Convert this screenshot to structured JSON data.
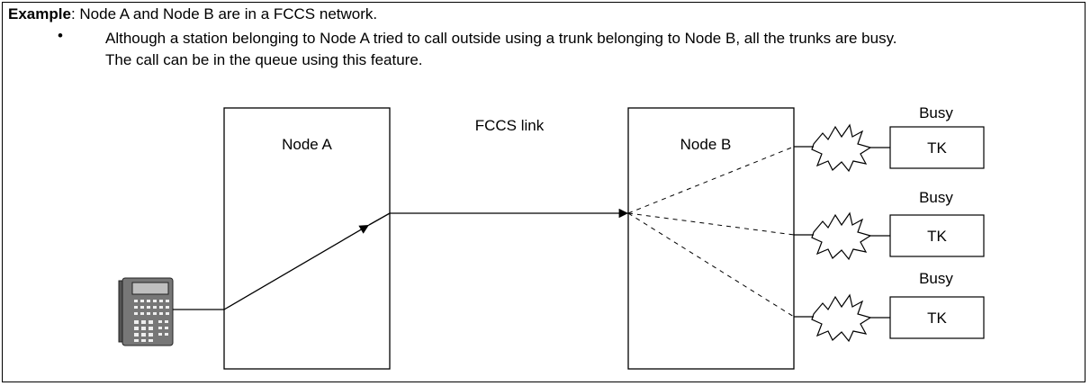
{
  "example": {
    "label": "Example",
    "sentence": ": Node A and Node B are in a FCCS network."
  },
  "bullet": {
    "marker": "•",
    "line1": "Although a station belonging to Node A tried to call outside using a trunk belonging to Node B, all the trunks are busy.",
    "line2": "The call can be in the queue using this feature."
  },
  "diagram": {
    "node_a": "Node A",
    "node_b": "Node B",
    "link": "FCCS link",
    "trunks": [
      {
        "status": "Busy",
        "label": "TK"
      },
      {
        "status": "Busy",
        "label": "TK"
      },
      {
        "status": "Busy",
        "label": "TK"
      }
    ]
  }
}
